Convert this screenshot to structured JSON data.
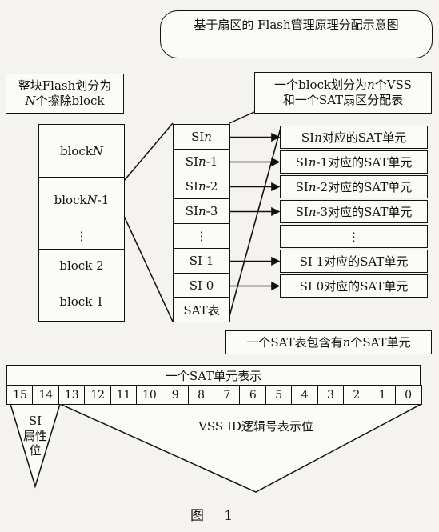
{
  "title": "基于扇区的 Flash管理原理分配示意图",
  "left_label": {
    "line1": "整块Flash划分为",
    "line2_pre": "N",
    "line2_post": "个擦除block"
  },
  "blocks": [
    {
      "pre": "block ",
      "var": "N",
      "post": ""
    },
    {
      "pre": "block ",
      "var": "N",
      "post": "-1"
    },
    {
      "pre": "⋮",
      "var": "",
      "post": ""
    },
    {
      "pre": "block  2",
      "var": "",
      "post": ""
    },
    {
      "pre": "block  1",
      "var": "",
      "post": ""
    }
  ],
  "right_label": {
    "line1_pre": "一个block划分为",
    "line1_var": "n",
    "line1_post": "个VSS",
    "line2": "和一个SAT扇区分配表"
  },
  "si_entries": [
    {
      "pre": "SI  ",
      "var": "n",
      "post": ""
    },
    {
      "pre": "SI  ",
      "var": "n",
      "post": "-1"
    },
    {
      "pre": "SI  ",
      "var": "n",
      "post": "-2"
    },
    {
      "pre": "SI  ",
      "var": "n",
      "post": "-3"
    },
    {
      "pre": "⋮",
      "var": "",
      "post": ""
    },
    {
      "pre": "SI  1",
      "var": "",
      "post": ""
    },
    {
      "pre": "SI  0",
      "var": "",
      "post": ""
    }
  ],
  "sat_table_label": "SAT表",
  "sat_units": [
    {
      "pre": "SI  ",
      "var": "n",
      "post": "对应的SAT单元"
    },
    {
      "pre": "SI  ",
      "var": "n",
      "post": "-1对应的SAT单元"
    },
    {
      "pre": "SI  ",
      "var": "n",
      "post": "-2对应的SAT单元"
    },
    {
      "pre": "SI  ",
      "var": "n",
      "post": "-3对应的SAT单元"
    },
    {
      "pre": "⋮",
      "var": "",
      "post": ""
    },
    {
      "pre": "SI  1对应的SAT单元",
      "var": "",
      "post": ""
    },
    {
      "pre": "SI  0对应的SAT单元",
      "var": "",
      "post": ""
    }
  ],
  "sat_note": {
    "pre": "一个SAT表包含有",
    "var": "n",
    "post": "个SAT单元"
  },
  "bit_header": "一个SAT单元表示",
  "bits": [
    "15",
    "14",
    "13",
    "12",
    "11",
    "10",
    "9",
    "8",
    "7",
    "6",
    "5",
    "4",
    "3",
    "2",
    "1",
    "0"
  ],
  "si_attr_label": [
    "SI",
    "属性",
    "位"
  ],
  "vss_label": "VSS ID逻辑号表示位",
  "figure_caption": "图  1"
}
